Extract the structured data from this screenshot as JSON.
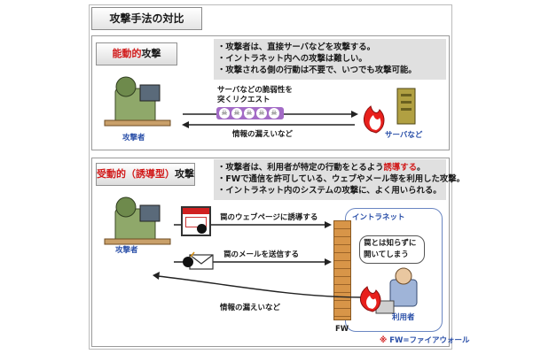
{
  "heading": "攻撃手法の対比",
  "section1": {
    "title_red": "能動的",
    "title_rest": "攻撃",
    "bullets": [
      "・攻撃者は、直接サーバなどを攻撃する。",
      "・イントラネット内への攻撃は難しい。",
      "・攻撃される側の行動は不要で、いつでも攻撃可能。"
    ],
    "request_line1": "サーバなどの脆弱性を",
    "request_line2": "突くリクエスト",
    "leak_label": "情報の漏えいなど",
    "attacker_label": "攻撃者",
    "server_label": "サーバなど"
  },
  "section2": {
    "title_red": "受動的（誘導型）",
    "title_rest": "攻撃",
    "bullet1_pre": "・攻撃者は、利用者が特定の行動をとるよう",
    "bullet1_hl": "誘導する",
    "bullet1_post": "。",
    "bullet2": "・FWで通信を許可している、ウェブやメール等を利用した攻撃。",
    "bullet3": "・イントラネット内のシステムの攻撃に、よく用いられる。",
    "web_label": "罠のウェブページに誘導する",
    "mail_label": "罠のメールを送信する",
    "leak_label": "情報の漏えいなど",
    "attacker_label": "攻撃者",
    "intranet_label": "イントラネット",
    "bubble_line1": "罠とは知らずに",
    "bubble_line2": "開いてしまう",
    "user_label": "利用者",
    "fw_label": "FW",
    "note_star": "※",
    "note_text": " FW=ファイアウォール"
  },
  "colors": {
    "accent_red": "#d11a1a",
    "label_blue": "#2a4fa8",
    "bullet_bg": "#e0e0e0",
    "request_purple": "#a36bc6",
    "wall_brown": "#d89548"
  }
}
